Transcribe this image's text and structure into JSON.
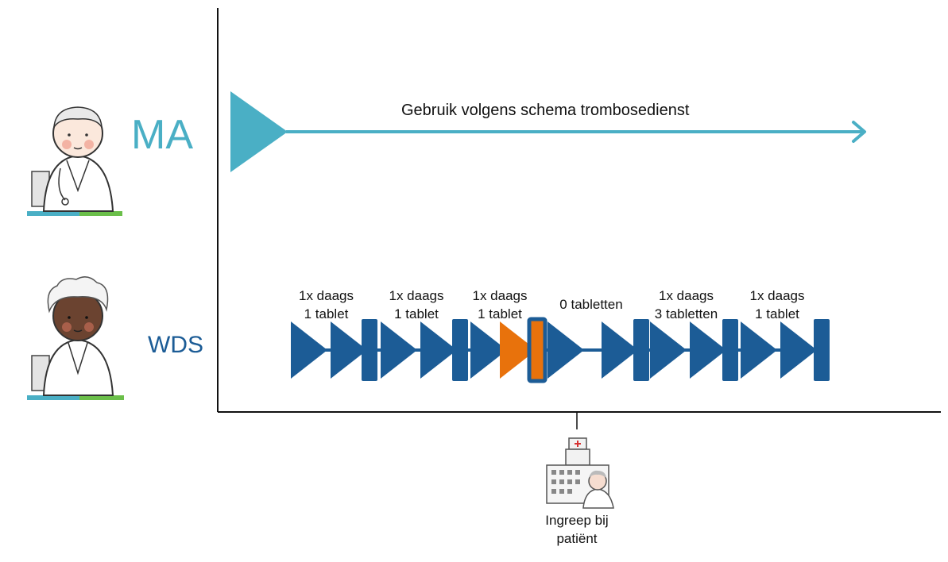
{
  "rows": {
    "ma": {
      "label": "MA",
      "description": "Gebruik volgens schema trombosedienst",
      "color": "#4aafc5"
    },
    "wds": {
      "label": "WDS",
      "color": "#1c5c96",
      "highlight_color": "#e8720c",
      "segments": [
        {
          "line1": "1x daags",
          "line2": "1 tablet"
        },
        {
          "line1": "1x daags",
          "line2": "1 tablet"
        },
        {
          "line1": "1x daags",
          "line2": "1 tablet",
          "highlight": true
        },
        {
          "line1": "0 tabletten",
          "line2": ""
        },
        {
          "line1": "1x daags",
          "line2": "3 tabletten"
        },
        {
          "line1": "1x daags",
          "line2": "1 tablet"
        }
      ]
    }
  },
  "event": {
    "caption_line1": "Ingreep bij",
    "caption_line2": "patiënt",
    "icon": "hospital-with-doctor-icon"
  },
  "icons": {
    "ma_avatar": "pharmacist-avatar-icon",
    "wds_avatar": "doctor-avatar-icon"
  }
}
